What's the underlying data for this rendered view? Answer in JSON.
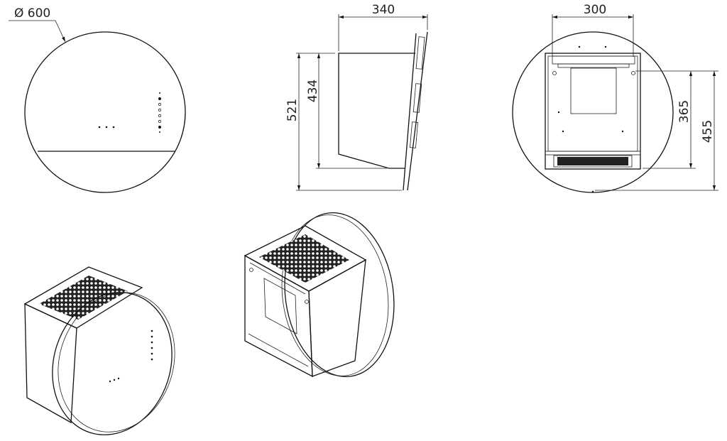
{
  "drawing": {
    "front_view": {
      "diameter_label": "Ø 600"
    },
    "side_view": {
      "width_label": "340",
      "body_height_label": "434",
      "total_height_label": "521"
    },
    "rear_view": {
      "bracket_width_label": "300",
      "mount_height_label": "365",
      "total_height_label": "455"
    }
  }
}
